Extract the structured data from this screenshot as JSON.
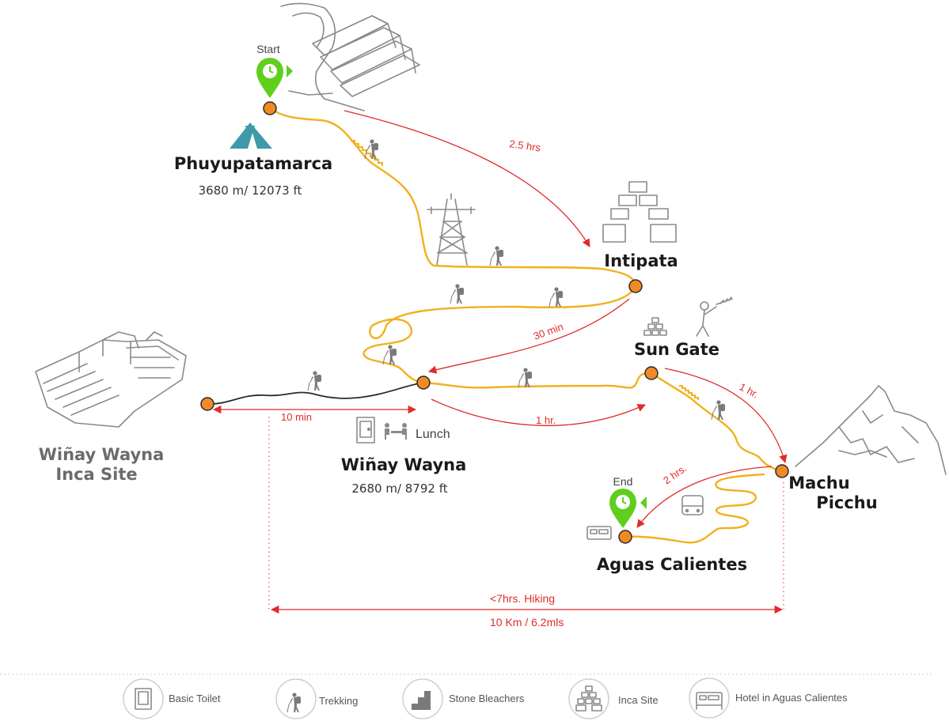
{
  "places": {
    "phuyupatamarca": {
      "name": "Phuyupatamarca",
      "elevation": "3680 m/ 12073 ft"
    },
    "intipata": {
      "name": "Intipata"
    },
    "sun_gate": {
      "name": "Sun Gate"
    },
    "winay_wayna": {
      "name": "Wiñay Wayna",
      "elevation": "2680 m/ 8792 ft"
    },
    "winay_wayna_site": {
      "line1": "Wiñay Wayna",
      "line2": "Inca Site"
    },
    "machu_picchu": {
      "line1": "Machu",
      "line2": "Picchu"
    },
    "aguas_calientes": {
      "name": "Aguas Calientes"
    }
  },
  "markers": {
    "start": "Start",
    "end": "End"
  },
  "amenities": {
    "lunch": "Lunch"
  },
  "durations": {
    "phuyu_to_intipata": "2.5 hrs",
    "intipata_to_winay": "30 min",
    "winay_site": "10 min",
    "winay_to_sungate": "1 hr.",
    "sungate_to_machu": "1 hr.",
    "machu_to_aguas": "2 hrs."
  },
  "summary": {
    "time": "<7hrs.  Hiking",
    "distance": "10 Km / 6.2mls"
  },
  "legend": [
    {
      "icon": "basic-toilet-icon",
      "label": "Basic Toilet"
    },
    {
      "icon": "trekking-icon",
      "label": "Trekking"
    },
    {
      "icon": "stone-bleachers-icon",
      "label": "Stone Bleachers"
    },
    {
      "icon": "inca-site-icon",
      "label": "Inca Site"
    },
    {
      "icon": "hotel-icon",
      "label": "Hotel in Aguas Calientes"
    }
  ],
  "colors": {
    "trail": "#f2b01e",
    "node": "#f08a24",
    "arrow": "#e02b2b",
    "pin": "#5fcf1e",
    "tent": "#3e9aa8"
  }
}
